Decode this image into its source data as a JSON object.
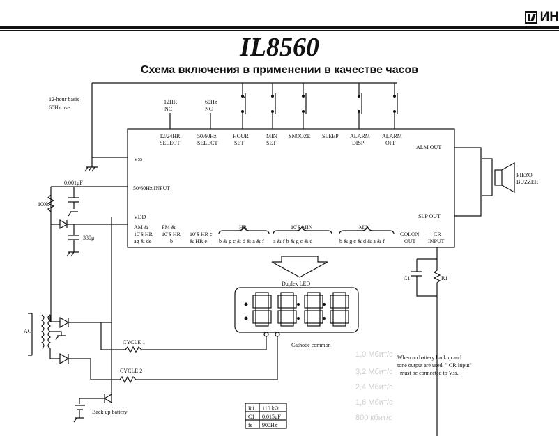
{
  "header": {
    "brand": "ИН",
    "title": "IL8560",
    "subtitle": "Схема включения в применении в качестве часов"
  },
  "notes": {
    "basis": [
      "12-hour basis",
      "60Hz use"
    ],
    "no_battery": [
      "When no battery backup and",
      "tone output are used, \" CR Input\"",
      "must be connected to Vss."
    ]
  },
  "jumpers": {
    "j12": [
      "12HR",
      "NC"
    ],
    "j60": [
      "60Hz",
      "NC"
    ]
  },
  "ic_top_labels": [
    [
      "12/24HR",
      "SELECT"
    ],
    [
      "50/60Hz",
      "SELECT"
    ],
    [
      "HOUR",
      "SET"
    ],
    [
      "MIN",
      "SET"
    ],
    [
      "SNOOZE",
      ""
    ],
    [
      "SLEEP",
      ""
    ],
    [
      "ALARM",
      "DISP"
    ],
    [
      "ALARM",
      "OFF"
    ]
  ],
  "ic_left": {
    "vss": "Vss",
    "input": "50/60Hz INPUT",
    "vdd": "VDD"
  },
  "ic_right": {
    "alm": "ALM OUT",
    "slp": "SLP OUT"
  },
  "ic_bottom_groups": [
    [
      "AM &",
      "10'S HR",
      "ag & de"
    ],
    [
      "PM &",
      "10'S HR",
      "b"
    ],
    [
      "10'S HR c",
      "& HR e",
      ""
    ]
  ],
  "ic_bottom_sections": {
    "hr": "HR",
    "tmin": "10'S MIN",
    "min": "MIN",
    "colon": [
      "COLON",
      "OUT"
    ],
    "cr": [
      "CR",
      "INPUT"
    ]
  },
  "ic_bottom_pins": {
    "hr": "b & g c & d & a & f",
    "tmin": "a & f  b & g  c & d",
    "min": "b & g c & d & a & f"
  },
  "components": {
    "cap1": "0.001μF",
    "res1": "100k",
    "cap2": "330μ",
    "ac": "AC",
    "piezo": [
      "PIEZO",
      "BUZZER"
    ],
    "c1": "C1",
    "r1": "R1",
    "cycle1": "CYCLE 1",
    "cycle2": "CYCLE 2",
    "battery": "Back up battery"
  },
  "display": {
    "label": "Duplex LED",
    "cathode": "Cathode common",
    "digits": [
      "8",
      "8",
      "8",
      "8"
    ]
  },
  "table": [
    [
      "R1",
      "110 kΩ"
    ],
    [
      "C1",
      "0.015μF"
    ],
    [
      "fs",
      "900Hz"
    ]
  ],
  "watermark": [
    "1,0 Мбит/с",
    "3,2 Мбит/с",
    "2,4 Мбит/с",
    "1,6 Мбит/с",
    "800 кбит/с"
  ]
}
